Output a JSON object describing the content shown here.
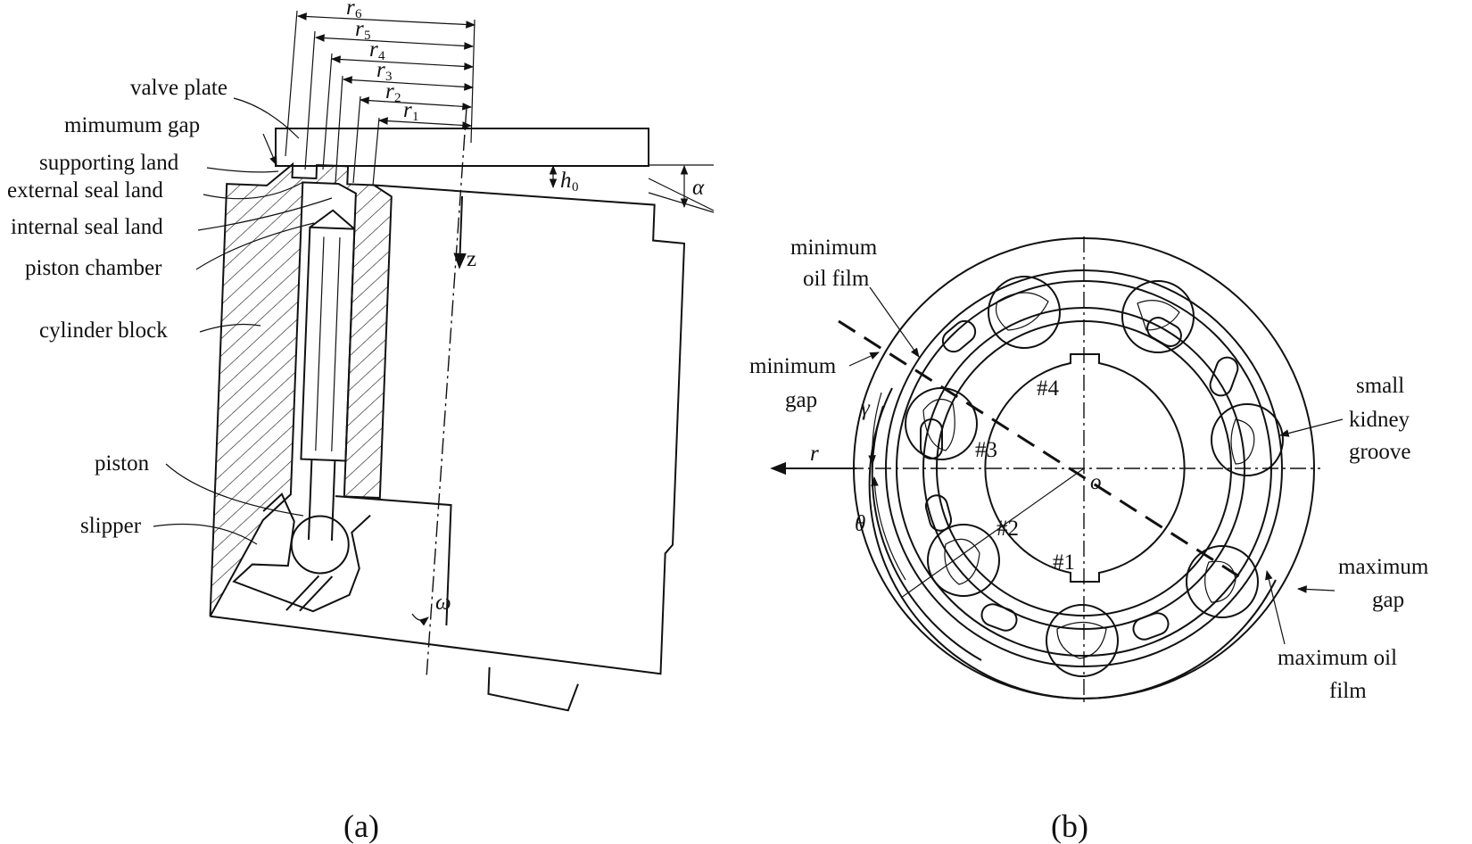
{
  "panel_a": {
    "caption": "(a)",
    "labels": {
      "valve_plate": "valve plate",
      "minimum_gap": "mimumum gap",
      "supporting_land": "supporting land",
      "external_seal_land": "external seal land",
      "internal_seal_land": "internal seal land",
      "piston_chamber": "piston chamber",
      "cylinder_block": "cylinder block",
      "piston": "piston",
      "slipper": "slipper"
    },
    "symbols": {
      "r6": "r",
      "r6_sub": "6",
      "r5": "r",
      "r5_sub": "5",
      "r4": "r",
      "r4_sub": "4",
      "r3": "r",
      "r3_sub": "3",
      "r2": "r",
      "r2_sub": "2",
      "r1": "r",
      "r1_sub": "1",
      "h0": "h",
      "h0_sub": "0",
      "alpha": "α",
      "z": "z",
      "omega": "ω"
    }
  },
  "panel_b": {
    "caption": "(b)",
    "labels": {
      "minimum_oil_film_1": "minimum",
      "minimum_oil_film_2": "oil film",
      "minimum_gap_1": "minimum",
      "minimum_gap_2": "gap",
      "small_kidney_groove_1": "small",
      "small_kidney_groove_2": "kidney",
      "small_kidney_groove_3": "groove",
      "maximum_gap_1": "maximum",
      "maximum_gap_2": "gap",
      "maximum_oil_film_1": "maximum oil",
      "maximum_oil_film_2": "film",
      "port1": "#1",
      "port2": "#2",
      "port3": "#3",
      "port4": "#4"
    },
    "symbols": {
      "gamma": "γ",
      "theta": "θ",
      "r": "r",
      "o": "o"
    }
  }
}
